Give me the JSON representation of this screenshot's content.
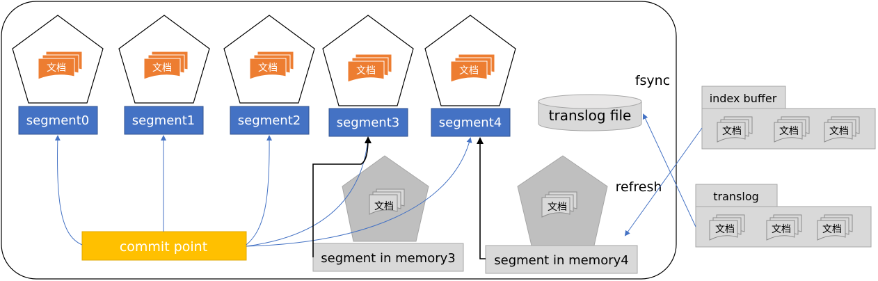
{
  "doc_label": "文档",
  "segments": [
    {
      "label": "segment0"
    },
    {
      "label": "segment1"
    },
    {
      "label": "segment2"
    },
    {
      "label": "segment3"
    },
    {
      "label": "segment4"
    }
  ],
  "memory_segments": [
    {
      "label": "segment in memory3"
    },
    {
      "label": "segment in memory4"
    }
  ],
  "commit_point": "commit point",
  "translog_file": "translog file",
  "fsync": "fsync",
  "refresh": "refresh",
  "index_buffer": "index buffer",
  "translog": "translog",
  "colors": {
    "segment_blue": "#4472C4",
    "doc_orange": "#ED7D31",
    "commit_yellow": "#FFC000",
    "gray_fill": "#BFBFBF",
    "light_gray": "#D9D9D9",
    "arrow_blue": "#4472C4"
  }
}
